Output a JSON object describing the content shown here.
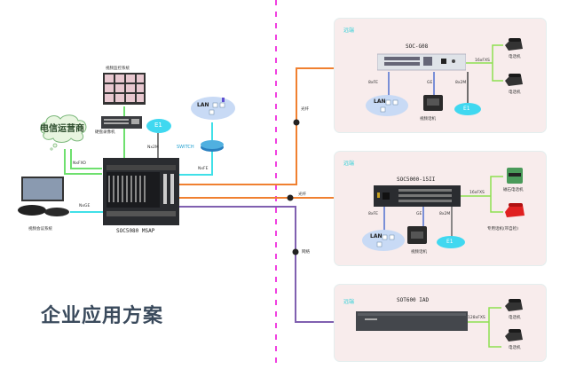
{
  "title": "企业应用方案",
  "central": {
    "device_name": "SOC5080 MSAP",
    "video_monitor_label": "视频监控系统",
    "dvr_label": "硬盘录像机",
    "carrier_label": "电信运营商",
    "e1_label": "E1",
    "lan_label": "LAN",
    "switch_label": "SWITCH",
    "video_conf_label": "视频会议系统",
    "links": {
      "fxo": "NxFXO",
      "e1": "Nx2M",
      "fe": "NxFE",
      "ge": "NxGE"
    }
  },
  "trunks": [
    {
      "label": "光纤",
      "color": "#f08030"
    },
    {
      "label": "光纤",
      "color": "#f08030"
    },
    {
      "label": "网络",
      "color": "#8060b0"
    }
  ],
  "divider_color": "#f040e0",
  "remote_sites": [
    {
      "tag": "远端",
      "device_name": "SOC-G08",
      "ports": {
        "fe": "8xFE",
        "ge": "GE",
        "e1": "8x2M",
        "fxs": "16xFXS"
      },
      "lan_label": "LAN",
      "e1_label": "E1",
      "video_phone_label": "视频话机",
      "phones": [
        "电话机",
        "电话机"
      ]
    },
    {
      "tag": "远端",
      "device_name": "SOC5000-15II",
      "ports": {
        "fe": "8xFE",
        "ge": "GE",
        "e1": "8x2M",
        "fxs": "16xFXS"
      },
      "lan_label": "LAN",
      "e1_label": "E1",
      "video_phone_label": "视频话机",
      "phones": [
        "磁石电话机",
        "专用话机(带自检)"
      ]
    },
    {
      "tag": "远端",
      "device_name": "SOT600 IAD",
      "ports": {
        "fxs": "128xFXS"
      },
      "phones": [
        "电话机",
        "电话机"
      ]
    }
  ]
}
